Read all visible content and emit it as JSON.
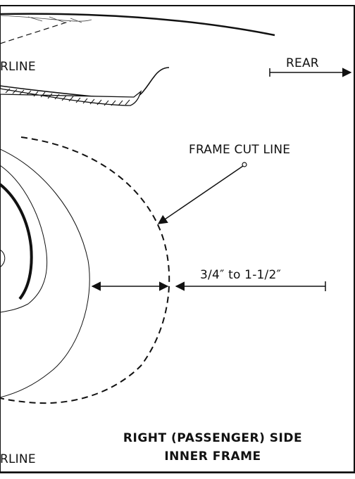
{
  "labels": {
    "centerline_top": "RLINE",
    "rear": "REAR",
    "frame_cut_line": "FRAME CUT LINE",
    "measurement": "3/4″ to 1-1/2″",
    "title_line1": "RIGHT (PASSENGER) SIDE",
    "title_line2": "INNER FRAME",
    "centerline_bottom": "RLINE"
  },
  "colors": {
    "ink": "#111111",
    "background": "#ffffff"
  }
}
